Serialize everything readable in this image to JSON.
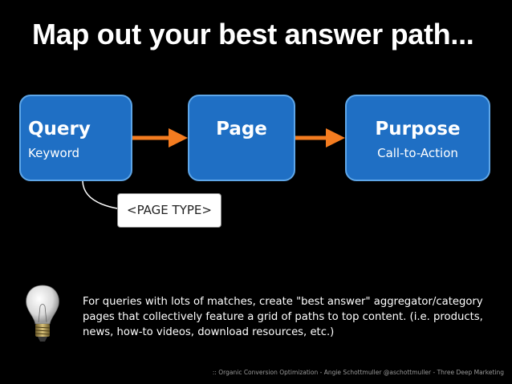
{
  "title": "Map out your best answer path...",
  "boxes": {
    "query": {
      "label": "Query",
      "sublabel": "Keyword"
    },
    "page": {
      "label": "Page"
    },
    "purpose": {
      "label": "Purpose",
      "sublabel": "Call-to-Action"
    }
  },
  "callout": "<PAGE TYPE>",
  "note": {
    "line1": "For queries with lots of matches, create \"best answer\" aggregator/category",
    "line2": "pages that collectively feature a grid of paths to top content. (i.e. products,",
    "line3": "news, how-to videos, download resources, etc.)"
  },
  "footer": ":: Organic Conversion Optimization - Angie Schottmuller @aschottmuller - Three Deep Marketing",
  "colors": {
    "box_fill": "#1f6fc4",
    "box_border": "#5ea6e8",
    "arrow": "#f47c20",
    "background": "#000000"
  },
  "icons": {
    "bulb": "lightbulb-icon"
  }
}
